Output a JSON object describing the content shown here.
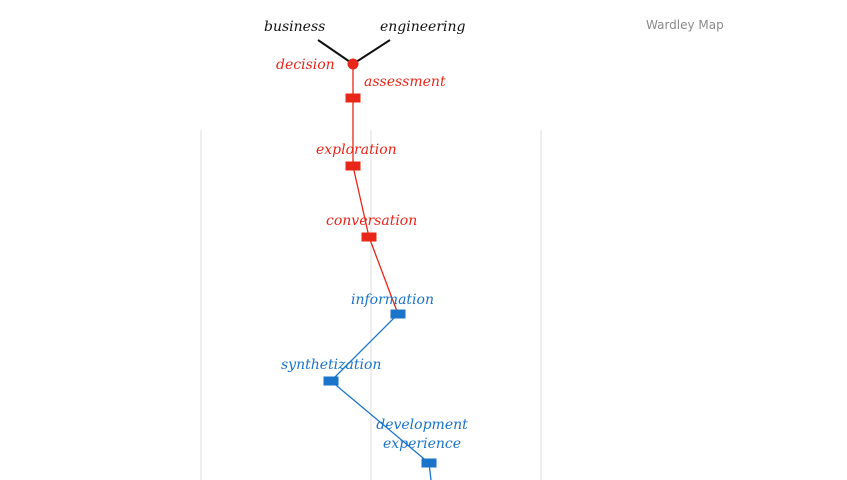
{
  "title": "Wardley Map",
  "colors": {
    "red": "#e8261a",
    "blue": "#1a74c9",
    "black": "#111111",
    "grid": "#dcdcdc",
    "title": "#8a8a8a"
  },
  "anchors": [
    {
      "id": "business",
      "label": "business"
    },
    {
      "id": "engineering",
      "label": "engineering"
    }
  ],
  "components": [
    {
      "id": "decision",
      "label": "decision",
      "color": "red",
      "shape": "circle"
    },
    {
      "id": "assessment",
      "label": "assessment",
      "color": "red",
      "shape": "rect"
    },
    {
      "id": "exploration",
      "label": "exploration",
      "color": "red",
      "shape": "rect"
    },
    {
      "id": "conversation",
      "label": "conversation",
      "color": "red",
      "shape": "rect"
    },
    {
      "id": "information",
      "label": "information",
      "color": "blue",
      "shape": "rect"
    },
    {
      "id": "synthetization",
      "label": "synthetization",
      "color": "blue",
      "shape": "rect"
    },
    {
      "id": "development-experience",
      "label": "development experience",
      "label_lines": [
        "development",
        "experience"
      ],
      "color": "blue",
      "shape": "rect"
    }
  ],
  "links": [
    {
      "from": "business",
      "to": "decision",
      "color": "black"
    },
    {
      "from": "engineering",
      "to": "decision",
      "color": "black"
    },
    {
      "from": "decision",
      "to": "assessment",
      "color": "red"
    },
    {
      "from": "assessment",
      "to": "exploration",
      "color": "red"
    },
    {
      "from": "exploration",
      "to": "conversation",
      "color": "red"
    },
    {
      "from": "conversation",
      "to": "information",
      "color": "red"
    },
    {
      "from": "information",
      "to": "synthetization",
      "color": "blue"
    },
    {
      "from": "synthetization",
      "to": "development-experience",
      "color": "blue"
    }
  ]
}
